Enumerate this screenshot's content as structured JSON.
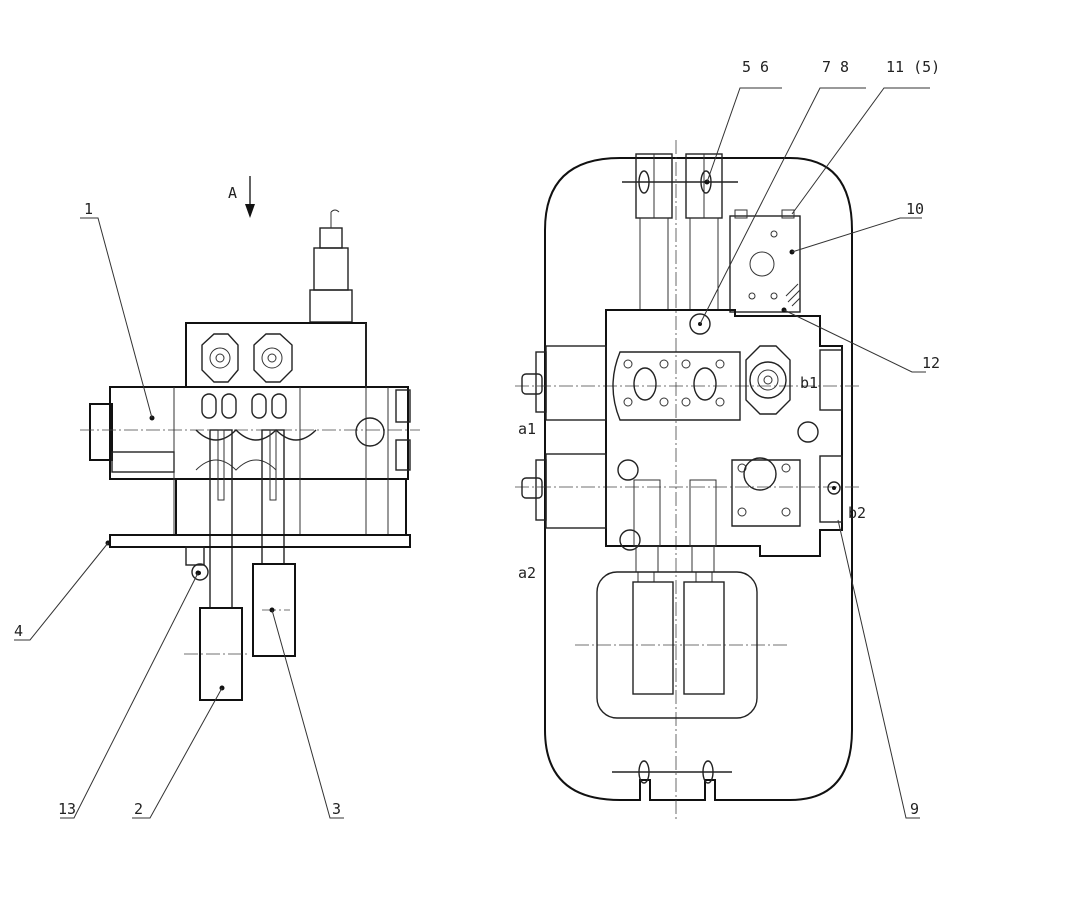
{
  "view_arrow": {
    "text": "A"
  },
  "callouts": {
    "c1": "1",
    "c2": "2",
    "c3": "3",
    "c4": "4",
    "c13": "13",
    "c56": "5  6",
    "c78": "7  8",
    "c115": "11 (5)",
    "c10": "10",
    "c12": "12",
    "c9": "9"
  },
  "port_labels": {
    "a1": "a1",
    "a2": "a2",
    "b1": "b1",
    "b2": "b2"
  }
}
